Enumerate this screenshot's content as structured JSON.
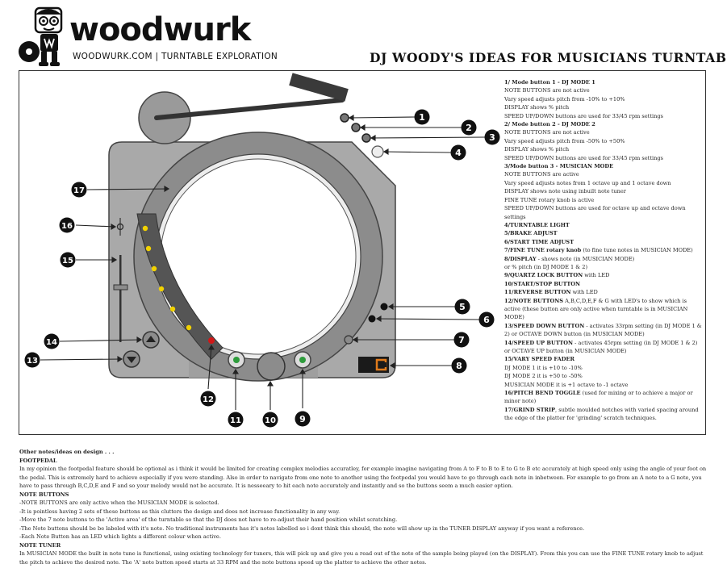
{
  "brand": {
    "name": "woodwurk",
    "tagline": "WOODWURK.COM | TURNTABLE EXPLORATION"
  },
  "page_title": "DJ WOODY'S IDEAS FOR MUSICIANS TURNTABLE",
  "display_glyph": "C",
  "callouts": [
    "1",
    "2",
    "3",
    "4",
    "5",
    "6",
    "7",
    "8",
    "9",
    "10",
    "11",
    "12",
    "13",
    "14",
    "15",
    "16",
    "17"
  ],
  "notes": [
    {
      "text": "1/ Mode button 1 - DJ MODE 1",
      "bold": true
    },
    {
      "text": "NOTE BUTTONS are not active",
      "bold": false
    },
    {
      "text": "Vary speed adjusts pitch from -10% to +10%",
      "bold": false
    },
    {
      "text": "DISPLAY shows % pitch",
      "bold": false
    },
    {
      "text": "SPEED UP/DOWN buttons are used for 33/45 rpm settings",
      "bold": false
    },
    {
      "text": "2/ Mode button 2 - DJ MODE 2",
      "bold": true
    },
    {
      "text": "NOTE BUTTONS are not active",
      "bold": false
    },
    {
      "text": "Vary speed adjusts pitch from -50% to +50%",
      "bold": false
    },
    {
      "text": "DISPLAY shows % pitch",
      "bold": false
    },
    {
      "text": "SPEED UP/DOWN buttons are used for 33/45 rpm settings",
      "bold": false
    },
    {
      "text": "3/Mode button 3 - MUSICIAN MODE",
      "bold": true
    },
    {
      "text": "NOTE BUTTONS are active",
      "bold": false
    },
    {
      "text": "Vary speed adjusts notes from 1 octave up and 1 octave down",
      "bold": false
    },
    {
      "text": "DISPLAY shows note using inbuilt note tuner",
      "bold": false
    },
    {
      "text": "FINE TUNE rotary knob is active",
      "bold": false
    },
    {
      "text": "SPEED UP/DOWN buttons are used for octave up and octave down settings",
      "bold": false
    },
    {
      "text": "4/TURNTABLE LIGHT",
      "bold": true
    },
    {
      "text": "5/BRAKE ADJUST",
      "bold": true
    },
    {
      "text": "6/START TIME ADJUST",
      "bold": true
    },
    {
      "bold_part": "7/FINE TUNE rotary knob",
      "rest": " (to fine tune notes in MUSICIAN MODE)"
    },
    {
      "bold_part": "8/DISPLAY",
      "rest": " - shows note (in MUSICIAN MODE)"
    },
    {
      "text": "or % pitch (in DJ MODE 1 & 2)",
      "bold": false
    },
    {
      "bold_part": "9/QUARTZ LOCK BUTTON",
      "rest": " with LED"
    },
    {
      "text": "10/START/STOP BUTTON",
      "bold": true
    },
    {
      "bold_part": "11/REVERSE BUTTON",
      "rest": " with LED"
    },
    {
      "bold_part": "12/NOTE BUTTONS",
      "rest": " A,B,C,D,E,F & G with LED's to show which is active (these button are only active when turntable is in MUSICIAN MODE)"
    },
    {
      "bold_part": "13/SPEED DOWN BUTTON",
      "rest": " - activates 33rpm setting (in DJ MODE 1 & 2) or OCTAVE DOWN button (in MUSICIAN MODE)"
    },
    {
      "bold_part": "14/SPEED UP BUTTON",
      "rest": " - activates 45rpm setting (in DJ MODE 1 & 2) or OCTAVE UP button (in MUSICIAN MODE)"
    },
    {
      "text": "15/VARY SPEED FADER",
      "bold": true
    },
    {
      "text": "DJ MODE 1 it is +10 to -10%",
      "bold": false
    },
    {
      "text": "DJ MODE 2 it is +50 to -50%",
      "bold": false
    },
    {
      "text": "MUSICIAN MODE it is +1 octave to -1 octave",
      "bold": false
    },
    {
      "bold_part": "16/PITCH BEND TOGGLE",
      "rest": " (used for mixing or to achieve a major or minor note)"
    },
    {
      "bold_part": "17/GRIND STRIP",
      "rest": ", subtle moulded notches with varied spacing around the edge of the platter for 'grinding' scratch techniques."
    }
  ],
  "other_notes": [
    {
      "text": "Other notes/ideas on design . . .",
      "bold": true
    },
    {
      "text": "FOOTPEDAL",
      "bold": true
    },
    {
      "text": "In my opinion the footpedal feature should be optional as i think it would be limited for creating complex melodies accuratley, for example imagine navigating from A to F to B to E to G to B etc accurately at high speed only using the angle of your foot on the pedal. This is extremely hard to achieve especially if you were standing. Also in order to navigate from one note to another using the footpedal you would have to go through each note in inbetween. For example to go from an A note to a G note, you have to pass through B,C,D,E and F and so your melody would not be accurate. It is nesseeary to hit each note accurately and instantly and so the buttons seem a much easier option.",
      "bold": false
    },
    {
      "text": "NOTE BUTTONS",
      "bold": true
    },
    {
      "text": "-NOTE BUTTONS are only active when the MUSICIAN MODE is selected.",
      "bold": false
    },
    {
      "text": "-It is pointless having 2 sets of these buttons as this clutters the design and does not increase functionality in any way.",
      "bold": false
    },
    {
      "text": "-Move the 7 note buttons to the 'Active area' of the turntable so that the DJ does not have to re-adjust their hand position whilst scratching.",
      "bold": false
    },
    {
      "text": "-The Note buttons should be be labeled with it's note. No traditional instruments has it's notes labelled so i dont think this should, the note will show up in the TUNER DISPLAY anyway if you want a reference.",
      "bold": false
    },
    {
      "text": "-Each Note Button has an LED which lights a different colour when active.",
      "bold": false
    },
    {
      "text": "NOTE TUNER",
      "bold": true
    },
    {
      "text": "In MUSICIAN MODE the built in note tune is functional, using existing technology for tuners, this will pick up and give you a read out of the  note of the sample being played (on the DISPLAY). From this you can use the FINE TUNE rotary knob to adjust the pitch to achieve the desired note. The 'A' note button speed starts at 33 RPM and the note buttons speed up the platter to achieve the other notes.",
      "bold": false
    }
  ]
}
